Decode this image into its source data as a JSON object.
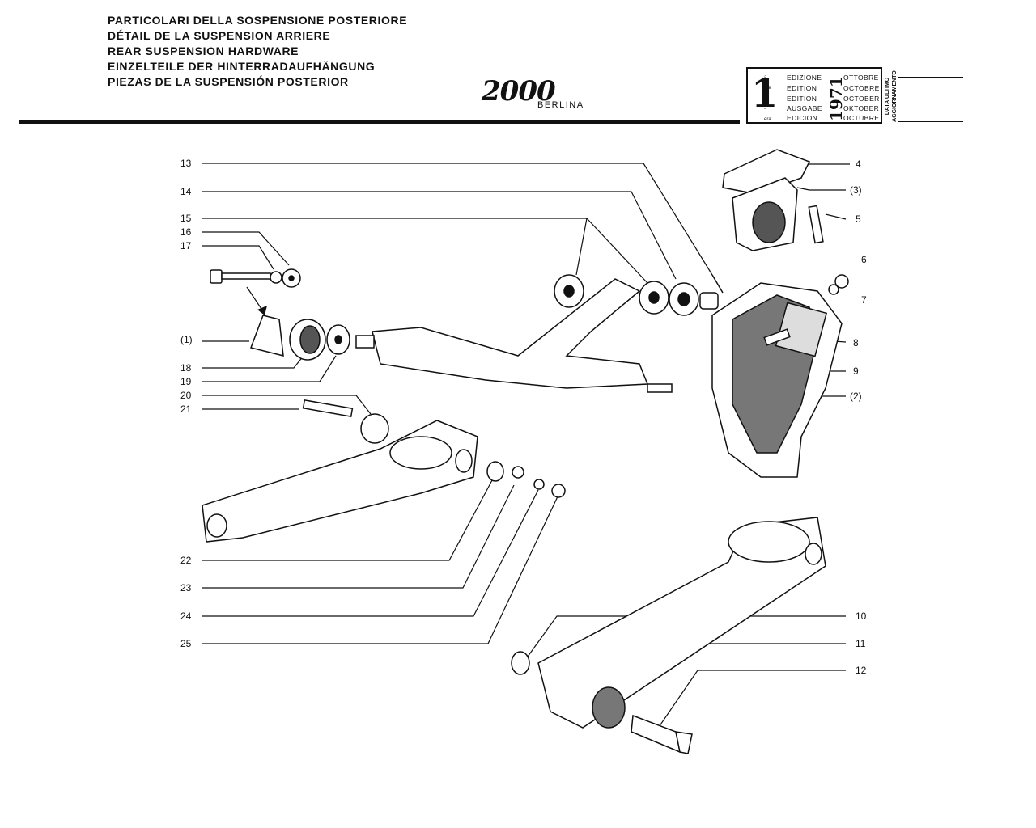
{
  "header": {
    "titles": [
      "PARTICOLARI DELLA SOSPENSIONE POSTERIORE",
      "DÉTAIL DE LA SUSPENSION ARRIERE",
      "REAR SUSPENSION HARDWARE",
      "EINZELTEILE DER HINTERRADAUFHÄNGUNG",
      "PIEZAS DE LA SUSPENSIÓN POSTERIOR"
    ],
    "logo": "2000",
    "model": "BERLINA"
  },
  "edition": {
    "number": "1",
    "suffixes": [
      "a",
      "ere",
      "st",
      "-",
      "era"
    ],
    "words": [
      "EDIZIONE",
      "EDITION",
      "EDITION",
      "AUSGABE",
      "EDICION"
    ],
    "months": [
      "OTTOBRE",
      "OCTOBRE",
      "OCTOBER",
      "OKTOBER",
      "OCTUBRE"
    ],
    "year": "1971",
    "update_label": "DATA ULTIMO AGGIORNAMENTO"
  },
  "callouts": {
    "c13": "13",
    "c14": "14",
    "c15": "15",
    "c16": "16",
    "c17": "17",
    "c1": "(1)",
    "c18": "18",
    "c19": "19",
    "c20": "20",
    "c21": "21",
    "c22": "22",
    "c23": "23",
    "c24": "24",
    "c25": "25",
    "c4": "4",
    "c3": "(3)",
    "c5": "5",
    "c6": "6",
    "c7": "7",
    "c8": "8",
    "c9": "9",
    "c2": "(2)",
    "c10": "10",
    "c11": "11",
    "c12": "12"
  }
}
